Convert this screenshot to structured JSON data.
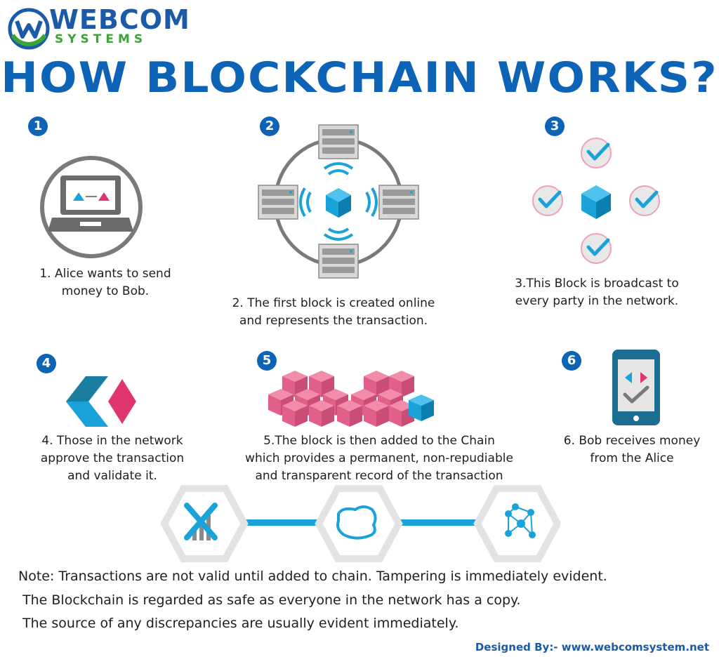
{
  "logo": {
    "word": "WEBCOM",
    "sub": "SYSTEMS"
  },
  "title": "HOW BLOCKCHAIN WORKS?",
  "steps": [
    {
      "num": "1",
      "caption": "1. Alice wants to send\nmoney to Bob."
    },
    {
      "num": "2",
      "caption": "2. The first block is created online\nand represents the transaction."
    },
    {
      "num": "3",
      "caption": "3.This Block is broadcast to\nevery party in the network."
    },
    {
      "num": "4",
      "caption": "4. Those in the network\napprove the transaction\nand validate it."
    },
    {
      "num": "5",
      "caption": "5.The block is then added to the Chain\nwhich provides a permanent, non-repudiable\nand transparent record of the transaction"
    },
    {
      "num": "6",
      "caption": "6. Bob receives money\nfrom the Alice"
    }
  ],
  "notes": [
    "Note: Transactions are not valid until added to chain. Tampering is immediately evident.",
    "The Blockchain is regarded as safe as everyone in the network has a copy.",
    "The source of any discrepancies are usually evident immediately."
  ],
  "footer": "Designed By:- www.webcomsystem.net",
  "colors": {
    "blue": "#0d63b5",
    "cyan": "#1aa3d9",
    "pink": "#e0608a",
    "gray": "#7a7a7a",
    "green": "#3aa635"
  }
}
